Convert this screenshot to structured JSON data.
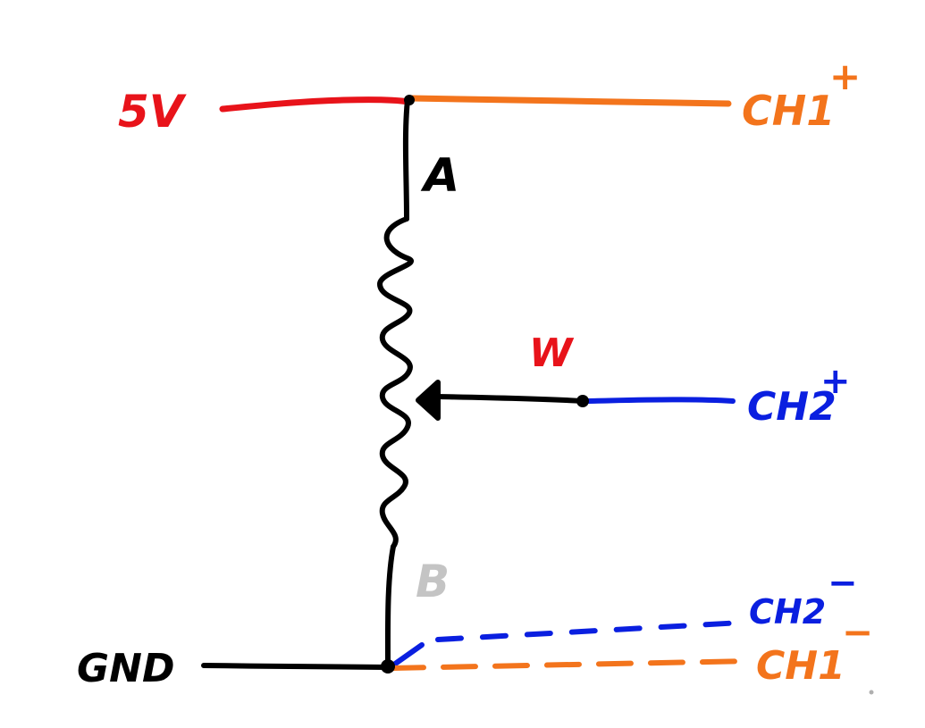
{
  "labels": {
    "supply": "5V",
    "ground": "GND",
    "terminal_a": "A",
    "terminal_b": "B",
    "wiper": "W",
    "ch1_plus": "CH1",
    "ch1_plus_sign": "+",
    "ch2_plus": "CH2",
    "ch2_plus_sign": "+",
    "ch2_minus": "CH2",
    "ch2_minus_sign": "−",
    "ch1_minus": "CH1",
    "ch1_minus_sign": "−"
  },
  "colors": {
    "supply": "#e8131a",
    "wire": "#000000",
    "ch1": "#f3741c",
    "ch2": "#0a1fe0",
    "terminal_b": "#c4c4c4",
    "wiper_label": "#e8131a"
  }
}
